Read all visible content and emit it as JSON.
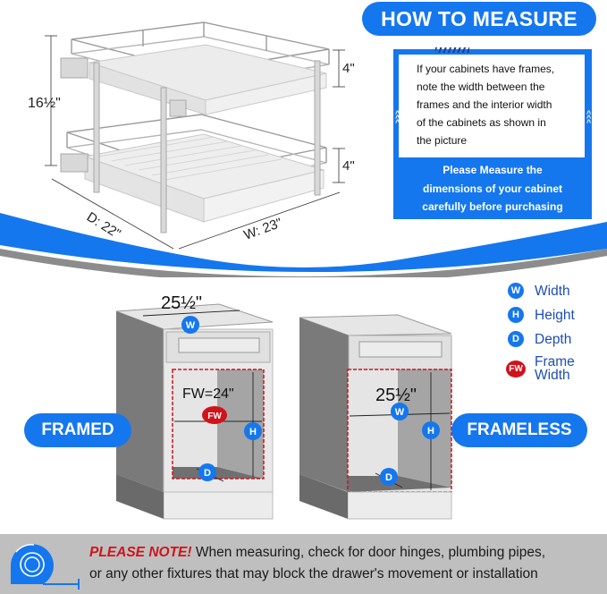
{
  "product": {
    "dimensions": {
      "height": "16½\"",
      "basket_height_top": "4\"",
      "basket_height_bottom": "4\"",
      "depth": "D: 22\"",
      "width": "W: 23\""
    }
  },
  "how_to_measure": {
    "title": "HOW TO MEASURE",
    "instructions": [
      "If your cabinets have frames,",
      "note the width between the",
      "frames and the interior width",
      "of the cabinets as shown in",
      "the picture"
    ],
    "footer": [
      "Please Measure the",
      "dimensions of your cabinet",
      "carefully before purchasing"
    ]
  },
  "legend": [
    {
      "badge": "W",
      "label": "Width",
      "color": "#1577ee"
    },
    {
      "badge": "H",
      "label": "Height",
      "color": "#1577ee"
    },
    {
      "badge": "D",
      "label": "Depth",
      "color": "#1577ee"
    },
    {
      "badge": "FW",
      "label_line1": "Frame",
      "label_line2": "Width",
      "color": "#d0131b"
    }
  ],
  "framed_cabinet": {
    "label": "FRAMED",
    "width_value": "25½\"",
    "frame_width_value": "FW=24\"",
    "badges": {
      "w": "W",
      "fw": "FW",
      "h": "H",
      "d": "D"
    }
  },
  "frameless_cabinet": {
    "label": "FRAMELESS",
    "width_value": "25½\"",
    "badges": {
      "w": "W",
      "h": "H",
      "d": "D"
    }
  },
  "note": {
    "warning": "PLEASE NOTE!",
    "line1": " When measuring, check for door hinges, plumbing pipes,",
    "line2": "or any other fixtures that may block the drawer's movement or installation",
    "icon": "tape-measure-icon"
  },
  "colors": {
    "accent_blue": "#1577ee",
    "warning_red": "#d0131b",
    "note_bg": "#bfbfbf"
  }
}
